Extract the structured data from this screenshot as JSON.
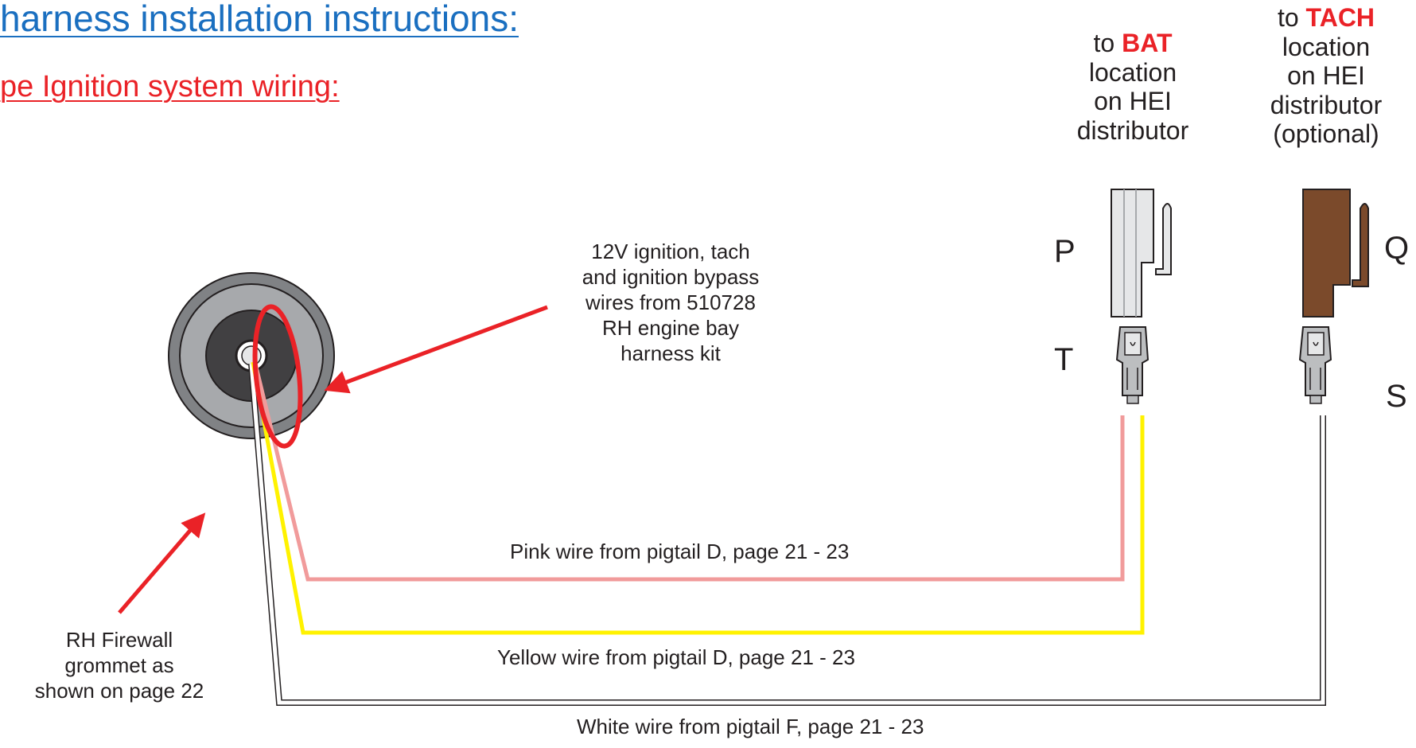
{
  "header": {
    "title": "harness installation instructions:",
    "subtitle": "pe Ignition system wiring:"
  },
  "callouts": {
    "harness_wires": [
      "12V ignition, tach",
      "and ignition bypass",
      "wires from 510728",
      "RH engine bay",
      "harness kit"
    ],
    "grommet": [
      "RH Firewall",
      "grommet as",
      "shown on page 22"
    ]
  },
  "destinations": {
    "bat": {
      "prefix": "to ",
      "highlight": "BAT",
      "rest": [
        "location",
        "on HEI",
        "distributor"
      ]
    },
    "tach": {
      "prefix": "to ",
      "highlight": "TACH",
      "rest": [
        "location",
        "on HEI",
        "distributor",
        "(optional)"
      ]
    }
  },
  "connector_letters": {
    "p": "P",
    "q": "Q",
    "t": "T",
    "s": "S"
  },
  "wires": {
    "pink": "Pink wire from pigtail D, page 21 - 23",
    "yellow": "Yellow wire from pigtail D, page 21 - 23",
    "white": "White wire from pigtail F, page 21 - 23"
  },
  "colors": {
    "title": "#1a6fc0",
    "accent_red": "#ea2227",
    "pink_wire": "#f19b9b",
    "yellow_wire": "#fff200",
    "tach_connector": "#7b4a2b",
    "bat_connector": "#e6e7e8"
  }
}
